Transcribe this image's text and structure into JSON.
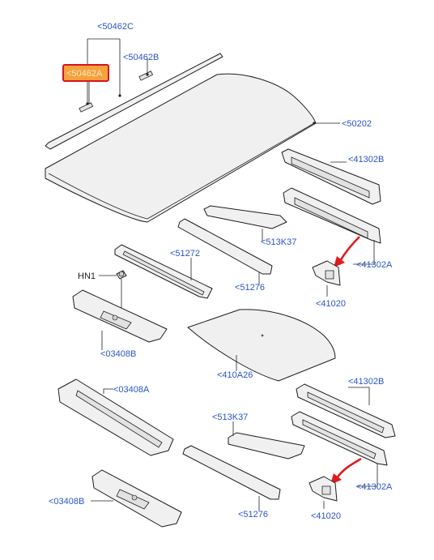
{
  "diagram": {
    "labels": {
      "part_50462C": "<50462C",
      "part_50462B": "<50462B",
      "part_50462A": "<50462A",
      "part_50202": "<50202",
      "part_41302B_top": "<41302B",
      "part_513K37_top": "<513K37",
      "part_51272": "<51272",
      "part_hn1": "HN1",
      "part_41302A_top": "<41302A",
      "part_51276_top": "<51276",
      "part_41020_top": "<41020",
      "part_03408B_top": "<03408B",
      "part_410A26": "<410A26",
      "part_41302B_bottom": "<41302B",
      "part_03408A": "<03408A",
      "part_513K37_bottom": "<513K37",
      "part_41302A_bottom": "<41302A",
      "part_03408B_bottom": "<03408B",
      "part_51276_bottom": "<51276",
      "part_41020_bottom": "<41020"
    },
    "highlighted_part": "<50462A",
    "colors": {
      "label": "#2b55c8",
      "highlight_fill": "#f4a23c",
      "highlight_border": "#d8131b",
      "arrow": "#e21a1a"
    }
  }
}
